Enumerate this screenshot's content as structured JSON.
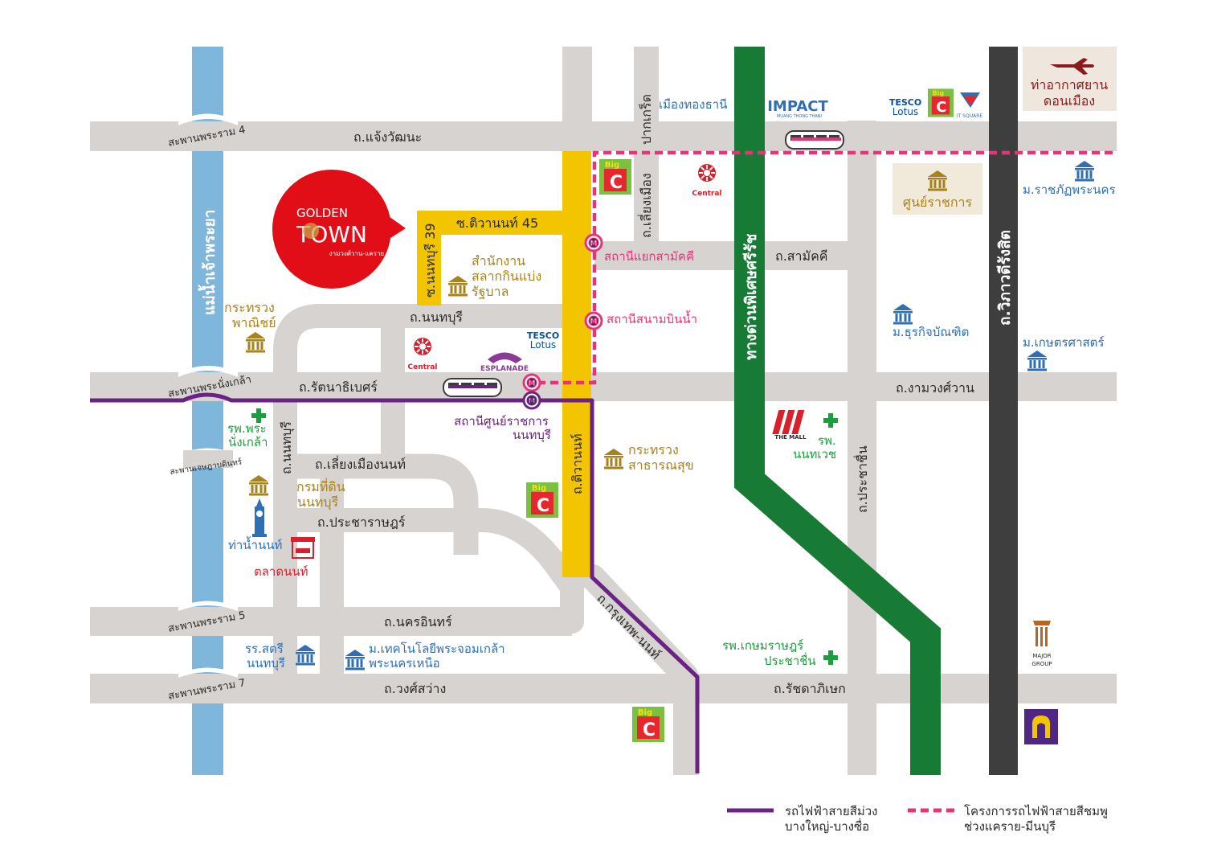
{
  "colors": {
    "road": "#d6d3d1",
    "river": "#7fb6dc",
    "yellow_road": "#f2c500",
    "expressway": "#177a35",
    "vibhavadi": "#3e3e3e",
    "purple_line": "#6a2384",
    "pink_line": "#e7337a",
    "text_dark": "#2a2a2a",
    "gold": "#a8821e",
    "blue": "#2f6fb3",
    "red": "#d8202c",
    "green": "#1b9f3e",
    "brand_red": "#e20e17"
  },
  "icons": {
    "ministry": "government-building-icon",
    "university": "university-icon",
    "hospital": "hospital-cross-icon",
    "station": "metro-station-icon",
    "train": "skytrain-icon",
    "airplane": "airplane-icon",
    "clock_tower": "clock-tower-icon",
    "market": "market-stall-icon",
    "bank": "bank-logo-icon"
  },
  "project": {
    "golden": "GOLDEN",
    "town": "TOWN",
    "tagline": "งามวงศ์วาน-แคราย"
  },
  "bridges": {
    "rama4": "สะพานพระราม 4",
    "nangklao": "สะพานพระนั่งเกล้า",
    "jessada": "สะพานเจษฎาบดินทร์",
    "rama5": "สะพานพระราม 5",
    "rama7": "สะพานพระราม 7"
  },
  "river": "แม่น้ำเจ้าพระยา",
  "roads": {
    "chaengwattana": "ถ.แจ้งวัฒนะ",
    "pakkret": "ปากเกร็ด",
    "tiwanon45": "ซ.ติวานนท์ 45",
    "nonthaburi39": "ซ.นนทบุรี 39",
    "nonthaburi_road": "ถ.นนทบุรี",
    "rattanathibet": "ถ.รัตนาธิเบศร์",
    "ngamwongwan": "ถ.งามวงศ์วาน",
    "nonthaburi_v": "ถ.นนทบุรี",
    "liang_muang_nonth": "ถ.เลี่ยงเมืองนนท์",
    "pracharat": "ถ.ประชาราษฎร์",
    "nakhon_in": "ถ.นครอินทร์",
    "wongsawang": "ถ.วงศ์สว่าง",
    "tiwanon": "ถ.ติวานนท์",
    "krungthep_nonth": "ถ.กรุงเทพ-นนท์",
    "liang_muang": "ถ.เลี่ยงเมือง",
    "samakkhi": "ถ.สามัคคี",
    "expressway": "ทางด่วนพิเศษศรีรัช",
    "prachachuen": "ถ.ประชาชื่น",
    "vibhavadi": "ถ.วิภาวดีรังสิต",
    "ratchadaphisek": "ถ.รัชดาภิเษก"
  },
  "stations": {
    "yaek_samakkhi": "สถานีแยกสามัคคี",
    "sanam_bin_nam": "สถานีสนามบินน้ำ",
    "sun_ratchakan_1": "สถานีศูนย์ราชการ",
    "sun_ratchakan_2": "นนทบุรี"
  },
  "places": {
    "muang_thong": "เมืองทองธานี",
    "impact": "IMPACT",
    "impact_sub": "MUANG THONG THANI",
    "tesco": "TESCO",
    "lotus": "Lotus",
    "itsquare": "IT SQUARE",
    "airport_1": "ท่าอากาศยาน",
    "airport_2": "ดอนเมือง",
    "big": "Big",
    "c": "C",
    "central": "Central",
    "sun_ratchakan_govt": "ศูนย์ราชการ",
    "rajabhat": "ม.ราชภัฏพระนคร",
    "lottery_1": "สำนักงาน",
    "lottery_2": "สลากกินแบ่ง",
    "lottery_3": "รัฐบาล",
    "commerce_1": "กระทรวง",
    "commerce_2": "พาณิชย์",
    "esplanade": "ESPLANADE",
    "dhurakij": "ม.ธุรกิจบัณฑิต",
    "kasetsart": "ม.เกษตรศาสตร์",
    "hosp_nangklao_1": "รพ.พระ",
    "hosp_nangklao_2": "นั่งเกล้า",
    "health_1": "กระทรวง",
    "health_2": "สาธารณสุข",
    "mall": "THE MALL",
    "nonthavej_1": "รพ.",
    "nonthavej_2": "นนทเวช",
    "land_1": "กรมที่ดิน",
    "land_2": "นนทบุรี",
    "tha_nam": "ท่าน้ำนนท์",
    "talad": "ตลาดนนท์",
    "school_1": "รร.สตรี",
    "school_2": "นนทบุรี",
    "kmutnb_1": "ม.เทคโนโลยีพระจอมเกล้า",
    "kmutnb_2": "พระนครเหนือ",
    "kasemrad_1": "รพ.เกษมราษฎร์",
    "kasemrad_2": "ประชาชื่น",
    "major_1": "MAJOR",
    "major_2": "GROUP"
  },
  "legend": {
    "purple_1": "รถไฟฟ้าสายสีม่วง",
    "purple_2": "บางใหญ่-บางซื่อ",
    "pink_1": "โครงการรถไฟฟ้าสายสีชมพู",
    "pink_2": "ช่วงแคราย-มีนบุรี"
  }
}
